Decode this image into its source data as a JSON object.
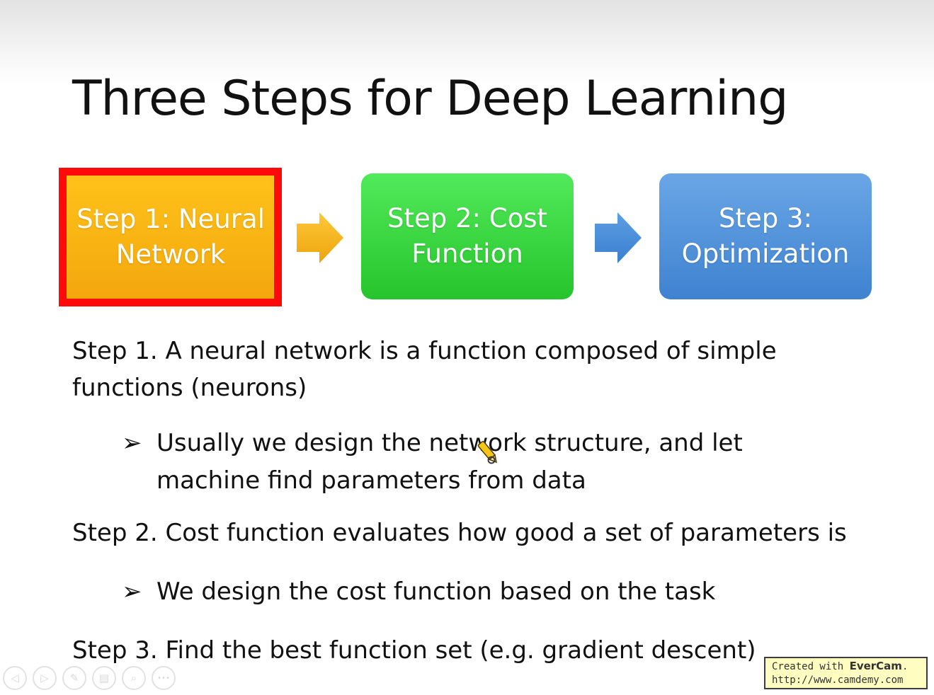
{
  "slide": {
    "title": "Three Steps for Deep Learning",
    "steps": [
      {
        "line1": "Step 1: Neural",
        "line2": "Network"
      },
      {
        "line1": "Step 2: Cost",
        "line2": "Function"
      },
      {
        "line1": "Step 3:",
        "line2": "Optimization"
      }
    ],
    "paragraphs": {
      "step1_line1": "Step 1. A neural network is a function composed of simple",
      "step1_line2": "functions (neurons)",
      "bullet1_line1": "Usually we design the network structure, and let",
      "bullet1_line2": "machine find parameters from data",
      "step2": "Step 2. Cost function evaluates how good a set of parameters is",
      "bullet2": "We design the cost function based on the task",
      "step3": "Step 3. Find the best function set (e.g. gradient descent)"
    },
    "bullet_glyph": "➢",
    "colors": {
      "step1": "#f7b310",
      "step1_highlight": "#ff0a0a",
      "step2": "#35d13d",
      "step3": "#4d8fd8",
      "arrow1": "#f5b41a",
      "arrow2": "#4b8fd8"
    }
  },
  "toolbar": {
    "buttons": [
      {
        "name": "previous-icon",
        "glyph": "◁"
      },
      {
        "name": "next-icon",
        "glyph": "▷"
      },
      {
        "name": "pen-icon",
        "glyph": "✎"
      },
      {
        "name": "slides-icon",
        "glyph": "▤"
      },
      {
        "name": "zoom-icon",
        "glyph": "⌕"
      },
      {
        "name": "more-icon",
        "glyph": "•••"
      }
    ]
  },
  "watermark": {
    "prefix": "Created with ",
    "brand": "EverCam",
    "suffix": ".",
    "url": "http://www.camdemy.com"
  }
}
